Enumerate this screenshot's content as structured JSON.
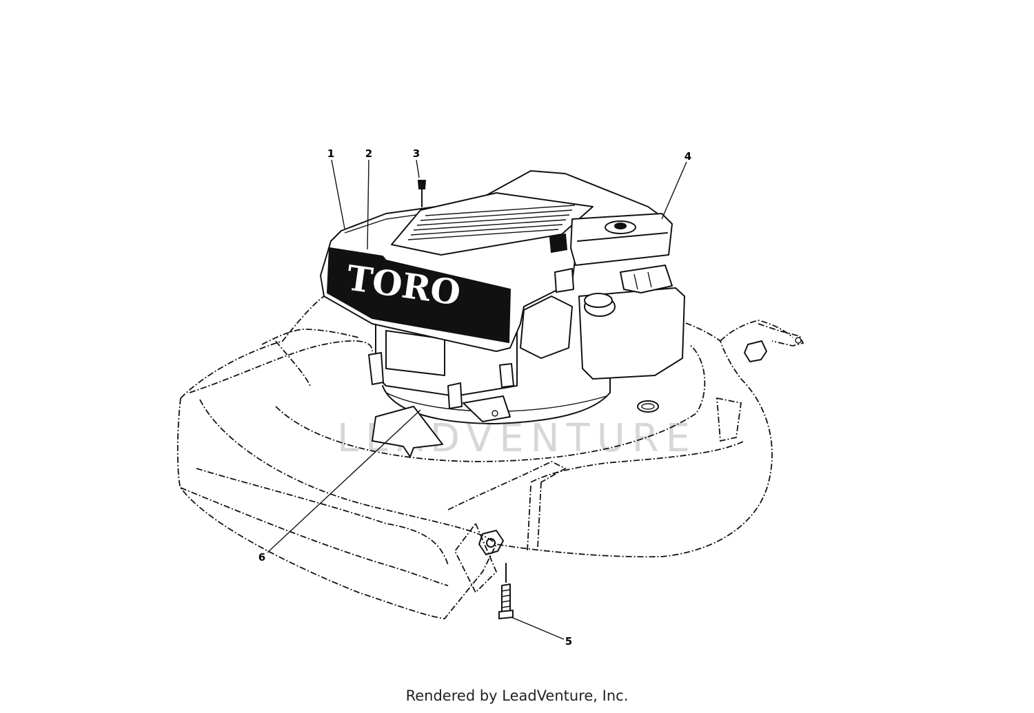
{
  "diagram": {
    "brand_text": "TORO",
    "watermark_text": "LEADVENTURE",
    "callouts": [
      {
        "id": "callout-1",
        "label": "1"
      },
      {
        "id": "callout-2",
        "label": "2"
      },
      {
        "id": "callout-3",
        "label": "3"
      },
      {
        "id": "callout-4",
        "label": "4"
      },
      {
        "id": "callout-5",
        "label": "5"
      },
      {
        "id": "callout-6",
        "label": "6"
      }
    ]
  },
  "footer": {
    "text": "Rendered by LeadVenture, Inc."
  }
}
